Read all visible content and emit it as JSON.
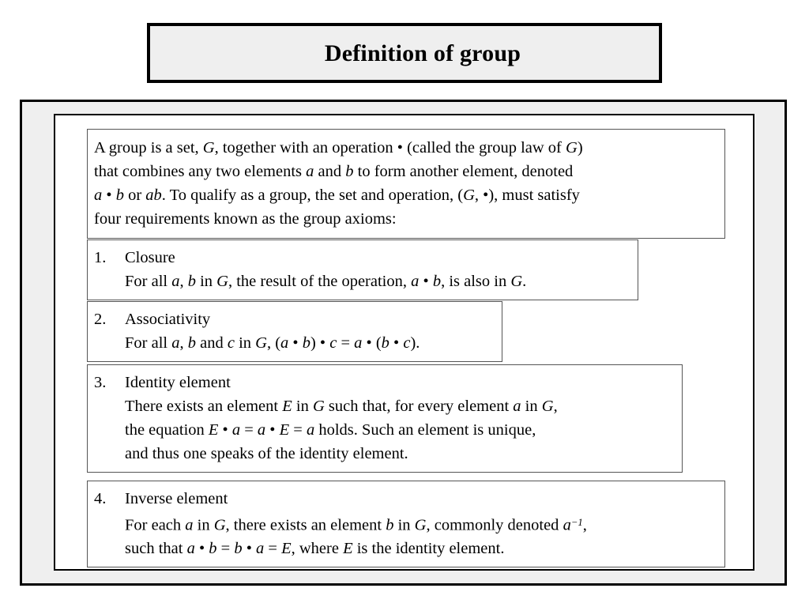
{
  "title": {
    "text": "Definition of group"
  },
  "definition": {
    "lines": [
      "A group is a set, G, together with an operation • (called the group law of G)",
      "that combines any two elements a and b to form another element, denoted",
      "a • b or ab. To qualify as a group, the set and operation, (G, •), must satisfy",
      "four requirements known as the group axioms:"
    ]
  },
  "axioms": [
    {
      "number": "1.",
      "title": "Closure",
      "lines": [
        "For all a, b in G, the result of the operation, a • b, is also in G."
      ]
    },
    {
      "number": "2.",
      "title": "Associativity",
      "lines": [
        "For all a, b and c in G, (a • b) • c = a • (b • c)."
      ]
    },
    {
      "number": "3.",
      "title": "Identity element",
      "lines": [
        "There exists an element E in G such that, for every element a in G,",
        "the equation E • a = a • E = a holds. Such an element is unique,",
        "and thus one speaks of the identity element."
      ]
    },
    {
      "number": "4.",
      "title": "Inverse element",
      "lines": [
        "For each a in G, there exists an element b in G, commonly denoted a⁻¹,",
        "such that a • b = b • a = E, where E is the identity element."
      ]
    }
  ],
  "colors": {
    "panel_background": "#efefef",
    "frame_background": "#ffffff",
    "border": "#000000",
    "box_border": "#555555",
    "text": "#000000"
  }
}
